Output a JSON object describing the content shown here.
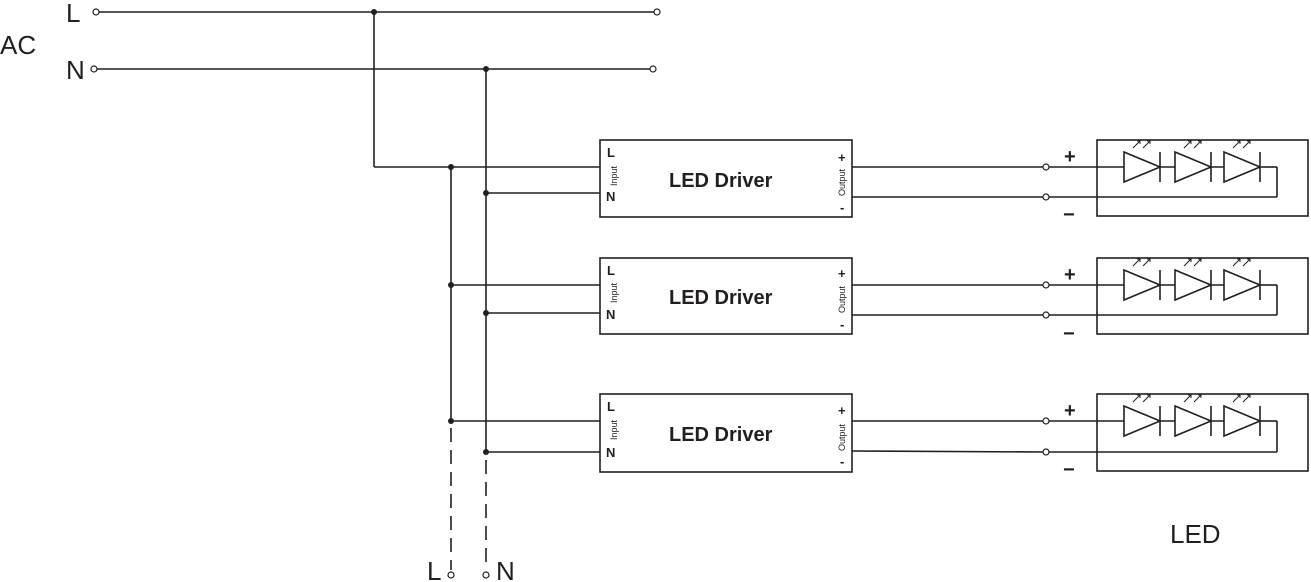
{
  "source": {
    "ac_label": "AC",
    "line_label": "L",
    "neutral_label": "N"
  },
  "drivers": [
    {
      "title": "LED Driver",
      "input_label": "Input",
      "input_l": "L",
      "input_n": "N",
      "output_label": "Output",
      "output_plus": "+",
      "output_minus": "-"
    },
    {
      "title": "LED Driver",
      "input_label": "Input",
      "input_l": "L",
      "input_n": "N",
      "output_label": "Output",
      "output_plus": "+",
      "output_minus": "-"
    },
    {
      "title": "LED Driver",
      "input_label": "Input",
      "input_l": "L",
      "input_n": "N",
      "output_label": "Output",
      "output_plus": "+",
      "output_minus": "-"
    }
  ],
  "led_modules": [
    {
      "plus": "+",
      "minus": "−",
      "diodes": 3
    },
    {
      "plus": "+",
      "minus": "−",
      "diodes": 3
    },
    {
      "plus": "+",
      "minus": "−",
      "diodes": 3
    }
  ],
  "continuation": {
    "line_label": "L",
    "neutral_label": "N"
  },
  "led_caption": "LED"
}
